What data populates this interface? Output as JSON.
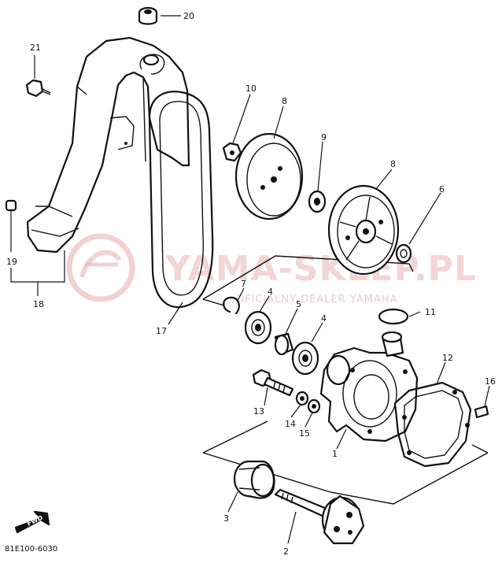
{
  "diagram_code": "81E100-6030",
  "fwd_label": "FWD",
  "watermark": {
    "title": "YAMA-SKLEP.PL",
    "subtitle": "OFICJALNY DEALER YAMAHA"
  },
  "callouts": [
    {
      "id": "c1",
      "label": "1",
      "part": "pump-housing"
    },
    {
      "id": "c2",
      "label": "2",
      "part": "impeller-shaft"
    },
    {
      "id": "c3",
      "label": "3",
      "part": "pulley-hub"
    },
    {
      "id": "c4a",
      "label": "4",
      "part": "bearing-upper"
    },
    {
      "id": "c4b",
      "label": "4",
      "part": "bearing-lower"
    },
    {
      "id": "c5",
      "label": "5",
      "part": "spacer"
    },
    {
      "id": "c6",
      "label": "6",
      "part": "collar"
    },
    {
      "id": "c7",
      "label": "7",
      "part": "circlip"
    },
    {
      "id": "c8a",
      "label": "8",
      "part": "pulley-half-front"
    },
    {
      "id": "c8b",
      "label": "8",
      "part": "pulley-half-rear"
    },
    {
      "id": "c9",
      "label": "9",
      "part": "washer"
    },
    {
      "id": "c10",
      "label": "10",
      "part": "nut"
    },
    {
      "id": "c11",
      "label": "11",
      "part": "o-ring"
    },
    {
      "id": "c12",
      "label": "12",
      "part": "gasket"
    },
    {
      "id": "c13",
      "label": "13",
      "part": "bolt"
    },
    {
      "id": "c14",
      "label": "14",
      "part": "washer-small"
    },
    {
      "id": "c15",
      "label": "15",
      "part": "nut-small"
    },
    {
      "id": "c16",
      "label": "16",
      "part": "dowel-pin"
    },
    {
      "id": "c17",
      "label": "17",
      "part": "v-belt"
    },
    {
      "id": "c18",
      "label": "18",
      "part": "belt-cover-assy"
    },
    {
      "id": "c19",
      "label": "19",
      "part": "damper"
    },
    {
      "id": "c20",
      "label": "20",
      "part": "grommet"
    },
    {
      "id": "c21",
      "label": "21",
      "part": "cover-bolt"
    }
  ]
}
